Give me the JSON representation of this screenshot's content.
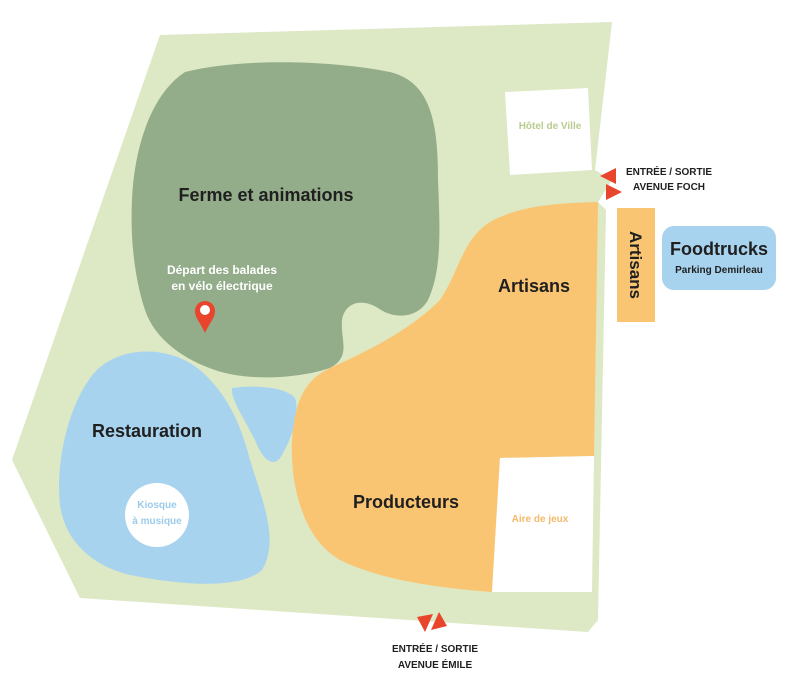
{
  "colors": {
    "park": "#dde8c4",
    "farm": "#93ac8a",
    "restaurant": "#a8d3ee",
    "artisans": "#fac573",
    "entrance_arrow": "#e8452c",
    "white": "#ffffff",
    "muted_green": "#b9cc8f",
    "muted_orange": "#f4b96a",
    "muted_blue": "#9ccbea"
  },
  "zones": {
    "farm": {
      "title": "Ferme et animations"
    },
    "bike_start": {
      "line1": "Départ des balades",
      "line2": "en vélo électrique",
      "icon": "map-pin-icon"
    },
    "restaurant": {
      "title": "Restauration"
    },
    "kiosk": {
      "line1": "Kiosque",
      "line2": "à musique"
    },
    "artisans": {
      "title": "Artisans"
    },
    "producers": {
      "title": "Producteurs"
    },
    "town_hall": {
      "title": "Hôtel de Ville"
    },
    "playground": {
      "title": "Aire de jeux"
    },
    "artisans_strip": {
      "title": "Artisans"
    },
    "foodtrucks": {
      "title": "Foodtrucks",
      "subtitle": "Parking Demirleau"
    }
  },
  "entrances": {
    "foch": {
      "line1": "ENTRÉE / SORTIE",
      "line2": "AVENUE FOCH",
      "icon": "entrance-arrows-icon"
    },
    "emile": {
      "line1": "ENTRÉE / SORTIE",
      "line2": "AVENUE ÉMILE",
      "icon": "entrance-arrows-icon"
    }
  }
}
